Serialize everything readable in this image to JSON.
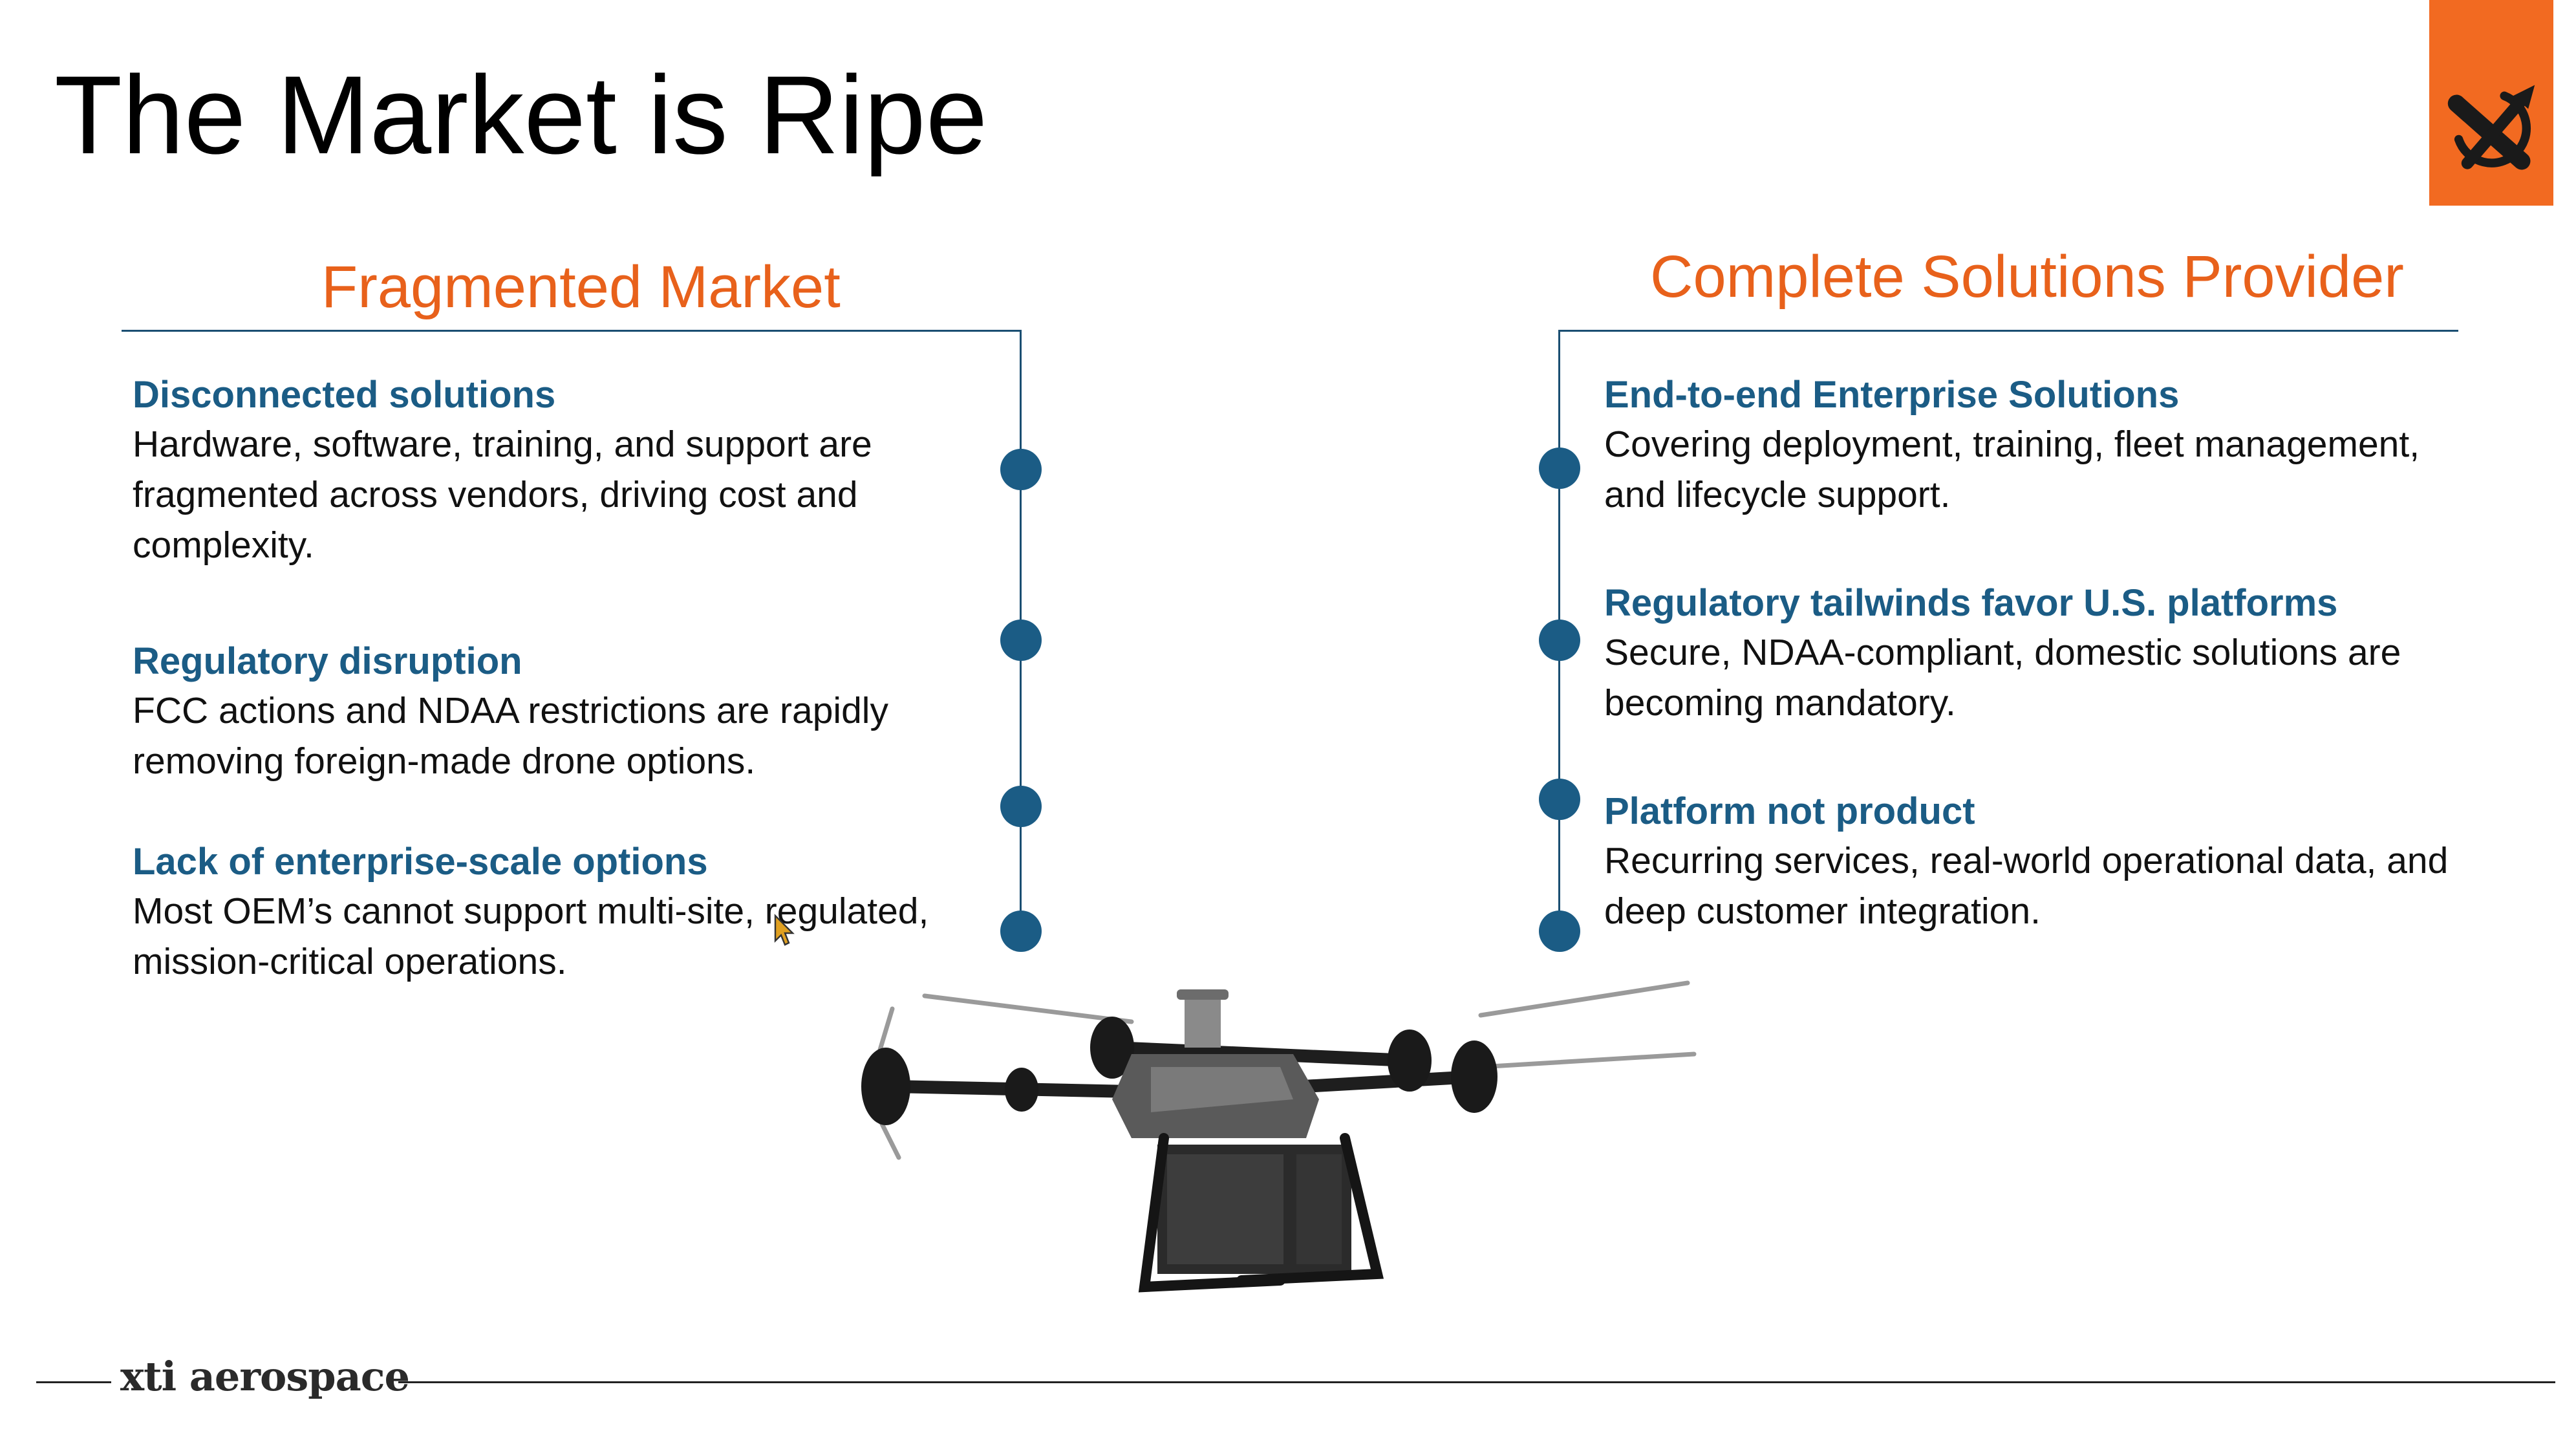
{
  "slide": {
    "title": "The Market is Ripe"
  },
  "colors": {
    "accent": "#e8611b",
    "navy": "#1b5c85",
    "logo_bg": "#f26a21"
  },
  "left": {
    "heading": "Fragmented Market",
    "items": [
      {
        "title": "Disconnected solutions",
        "body": "Hardware, software, training, and support are fragmented across vendors, driving cost and complexity."
      },
      {
        "title": "Regulatory disruption",
        "body": "FCC actions and NDAA restrictions are rapidly removing foreign-made drone options."
      },
      {
        "title": "Lack of enterprise-scale options",
        "body": "Most OEM’s cannot support multi-site, regulated, mission-critical operations."
      }
    ]
  },
  "right": {
    "heading": "Complete Solutions Provider",
    "items": [
      {
        "title": "End-to-end Enterprise Solutions",
        "body": "Covering deployment, training, fleet management, and lifecycle support."
      },
      {
        "title": "Regulatory tailwinds favor U.S. platforms",
        "body": "Secure, NDAA-compliant, domestic solutions are becoming mandatory."
      },
      {
        "title": "Platform not product",
        "body": "Recurring services, real-world operational data, and deep customer integration."
      }
    ]
  },
  "footer": {
    "brand": "xti aerospace"
  },
  "icons": {
    "logo": "xti-logo-icon",
    "image": "cargo-drone-image"
  }
}
